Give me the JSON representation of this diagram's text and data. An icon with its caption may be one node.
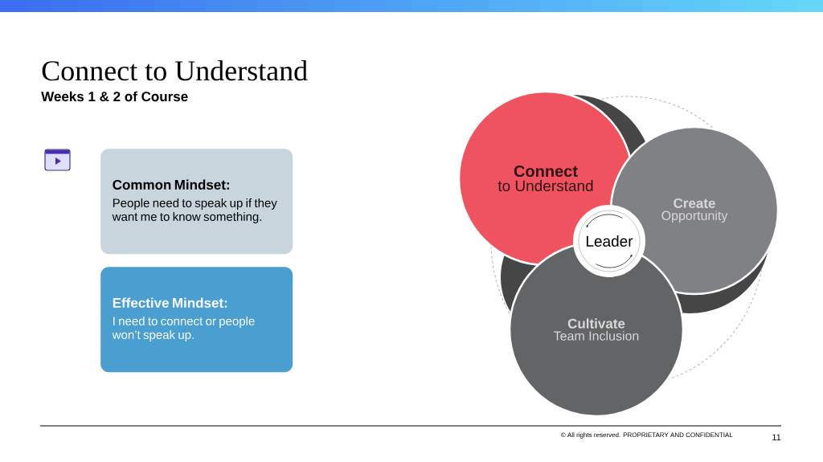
{
  "diagram": {
    "title": "Connect to Understand",
    "nodes": [
      {
        "text": [
          "Common Mindset:",
          "People need to speak up if they want me to know something."
        ]
      },
      {
        "text": [
          "Effective Mindset:",
          "I need to connect or people won’t speak up."
        ]
      },
      {
        "text": [
          "Connect",
          "to Understand"
        ]
      },
      {
        "text": [
          "Create",
          "Opportunity"
        ]
      },
      {
        "text": [
          "Cultivate",
          "Team Inclusion"
        ]
      },
      {
        "text": [
          "Leader"
        ]
      }
    ],
    "labels": [
      "Weeks 1 & 2 of Course",
      "© All rights reserved. PROPRIETARY AND CONFIDENTIAL",
      "11"
    ]
  }
}
